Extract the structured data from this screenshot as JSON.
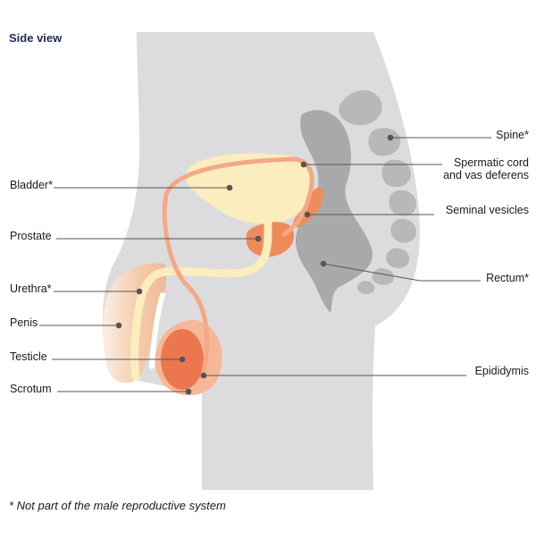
{
  "title": "Side view",
  "footnote": "* Not part of the male reproductive system",
  "labels": {
    "bladder": "Bladder*",
    "prostate": "Prostate",
    "urethra": "Urethra*",
    "penis": "Penis",
    "testicle": "Testicle",
    "scrotum": "Scrotum",
    "spine": "Spine*",
    "spermatic_line1": "Spermatic cord",
    "spermatic_line2": "and vas deferens",
    "seminal_vesicles": "Seminal vesicles",
    "rectum": "Rectum*",
    "epididymis": "Epididymis"
  },
  "colors": {
    "body": "#dcdcde",
    "bone": "#b8b8bb",
    "rectum": "#a9a9ac",
    "bladder": "#fbedbe",
    "organ": "#ef8a5a",
    "vessel": "#f4a886",
    "skin": "#f4c9a9",
    "leader": "#555555"
  }
}
